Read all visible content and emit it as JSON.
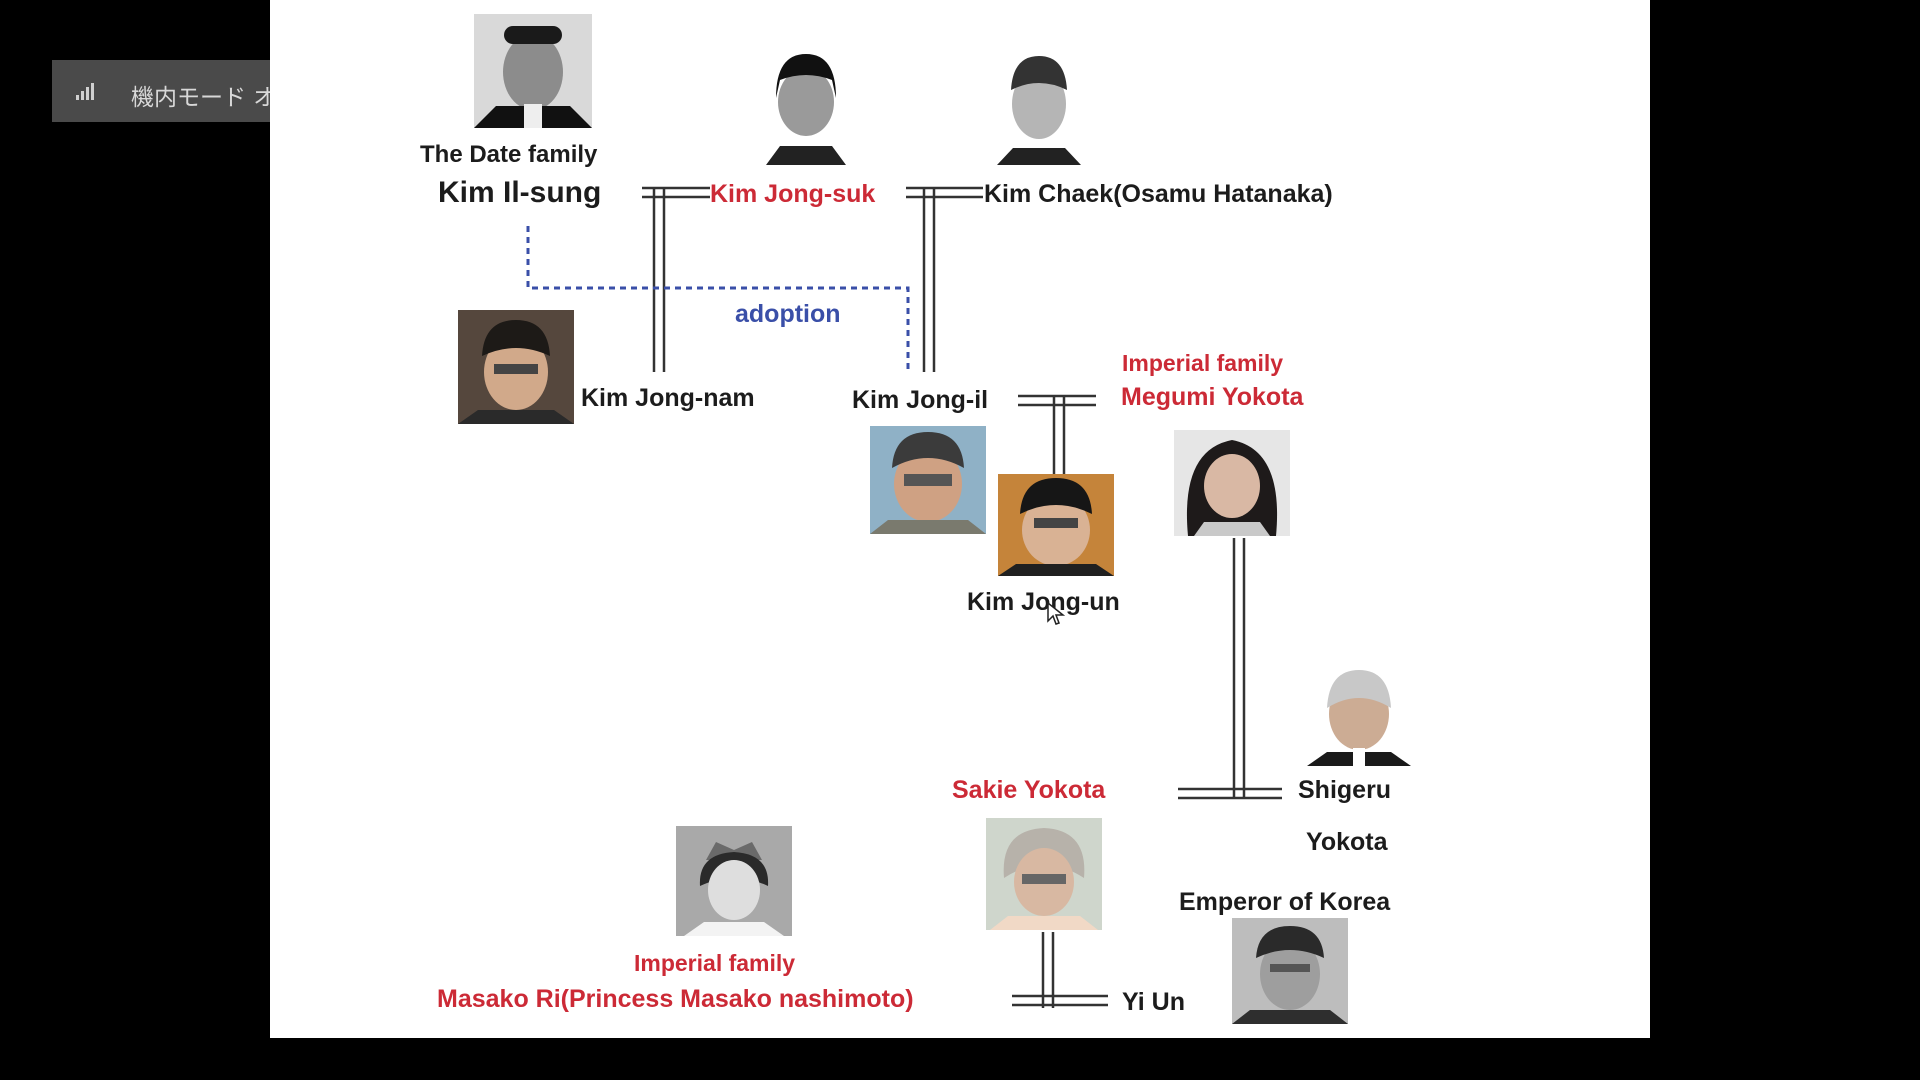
{
  "notification": {
    "text": "機内モード オフ",
    "icon": "signal-icon"
  },
  "labels": {
    "date_family": "The Date family",
    "kim_il_sung": "Kim Il-sung",
    "kim_jong_suk": "Kim Jong-suk",
    "kim_chaek": "Kim Chaek(Osamu Hatanaka)",
    "adoption": "adoption",
    "kim_jong_nam": "Kim Jong-nam",
    "kim_jong_il": "Kim Jong-il",
    "imperial_family_1": "Imperial family",
    "megumi_yokota": "Megumi Yokota",
    "kim_jong_un": "Kim Jong-un",
    "sakie_yokota": "Sakie Yokota",
    "shigeru": "Shigeru",
    "yokota": "Yokota",
    "emperor_of_korea": "Emperor of Korea",
    "imperial_family_2": "Imperial family",
    "masako_ri": "Masako Ri(Princess Masako nashimoto)",
    "yi_un": "Yi Un"
  },
  "colors": {
    "text": "#1c1c1c",
    "highlight": "#cc2a36",
    "adoption": "#3a4fa8"
  }
}
